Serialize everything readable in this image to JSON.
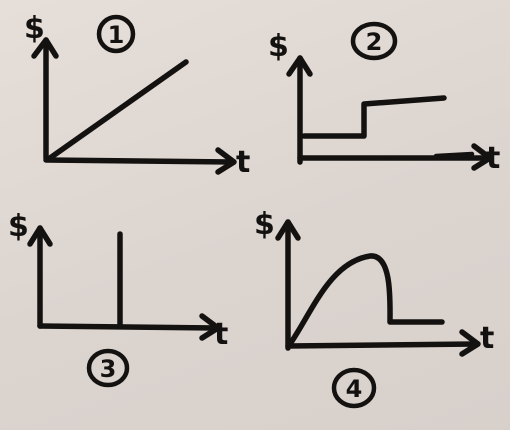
{
  "panels": [
    {
      "number": "1",
      "y_axis_label": "$",
      "x_axis_label": "t"
    },
    {
      "number": "2",
      "y_axis_label": "$",
      "x_axis_label": "t"
    },
    {
      "number": "3",
      "y_axis_label": "$",
      "x_axis_label": "t"
    },
    {
      "number": "4",
      "y_axis_label": "$",
      "x_axis_label": "t"
    }
  ],
  "colors": {
    "ink": "#141210",
    "board": "#e2dbd5"
  }
}
